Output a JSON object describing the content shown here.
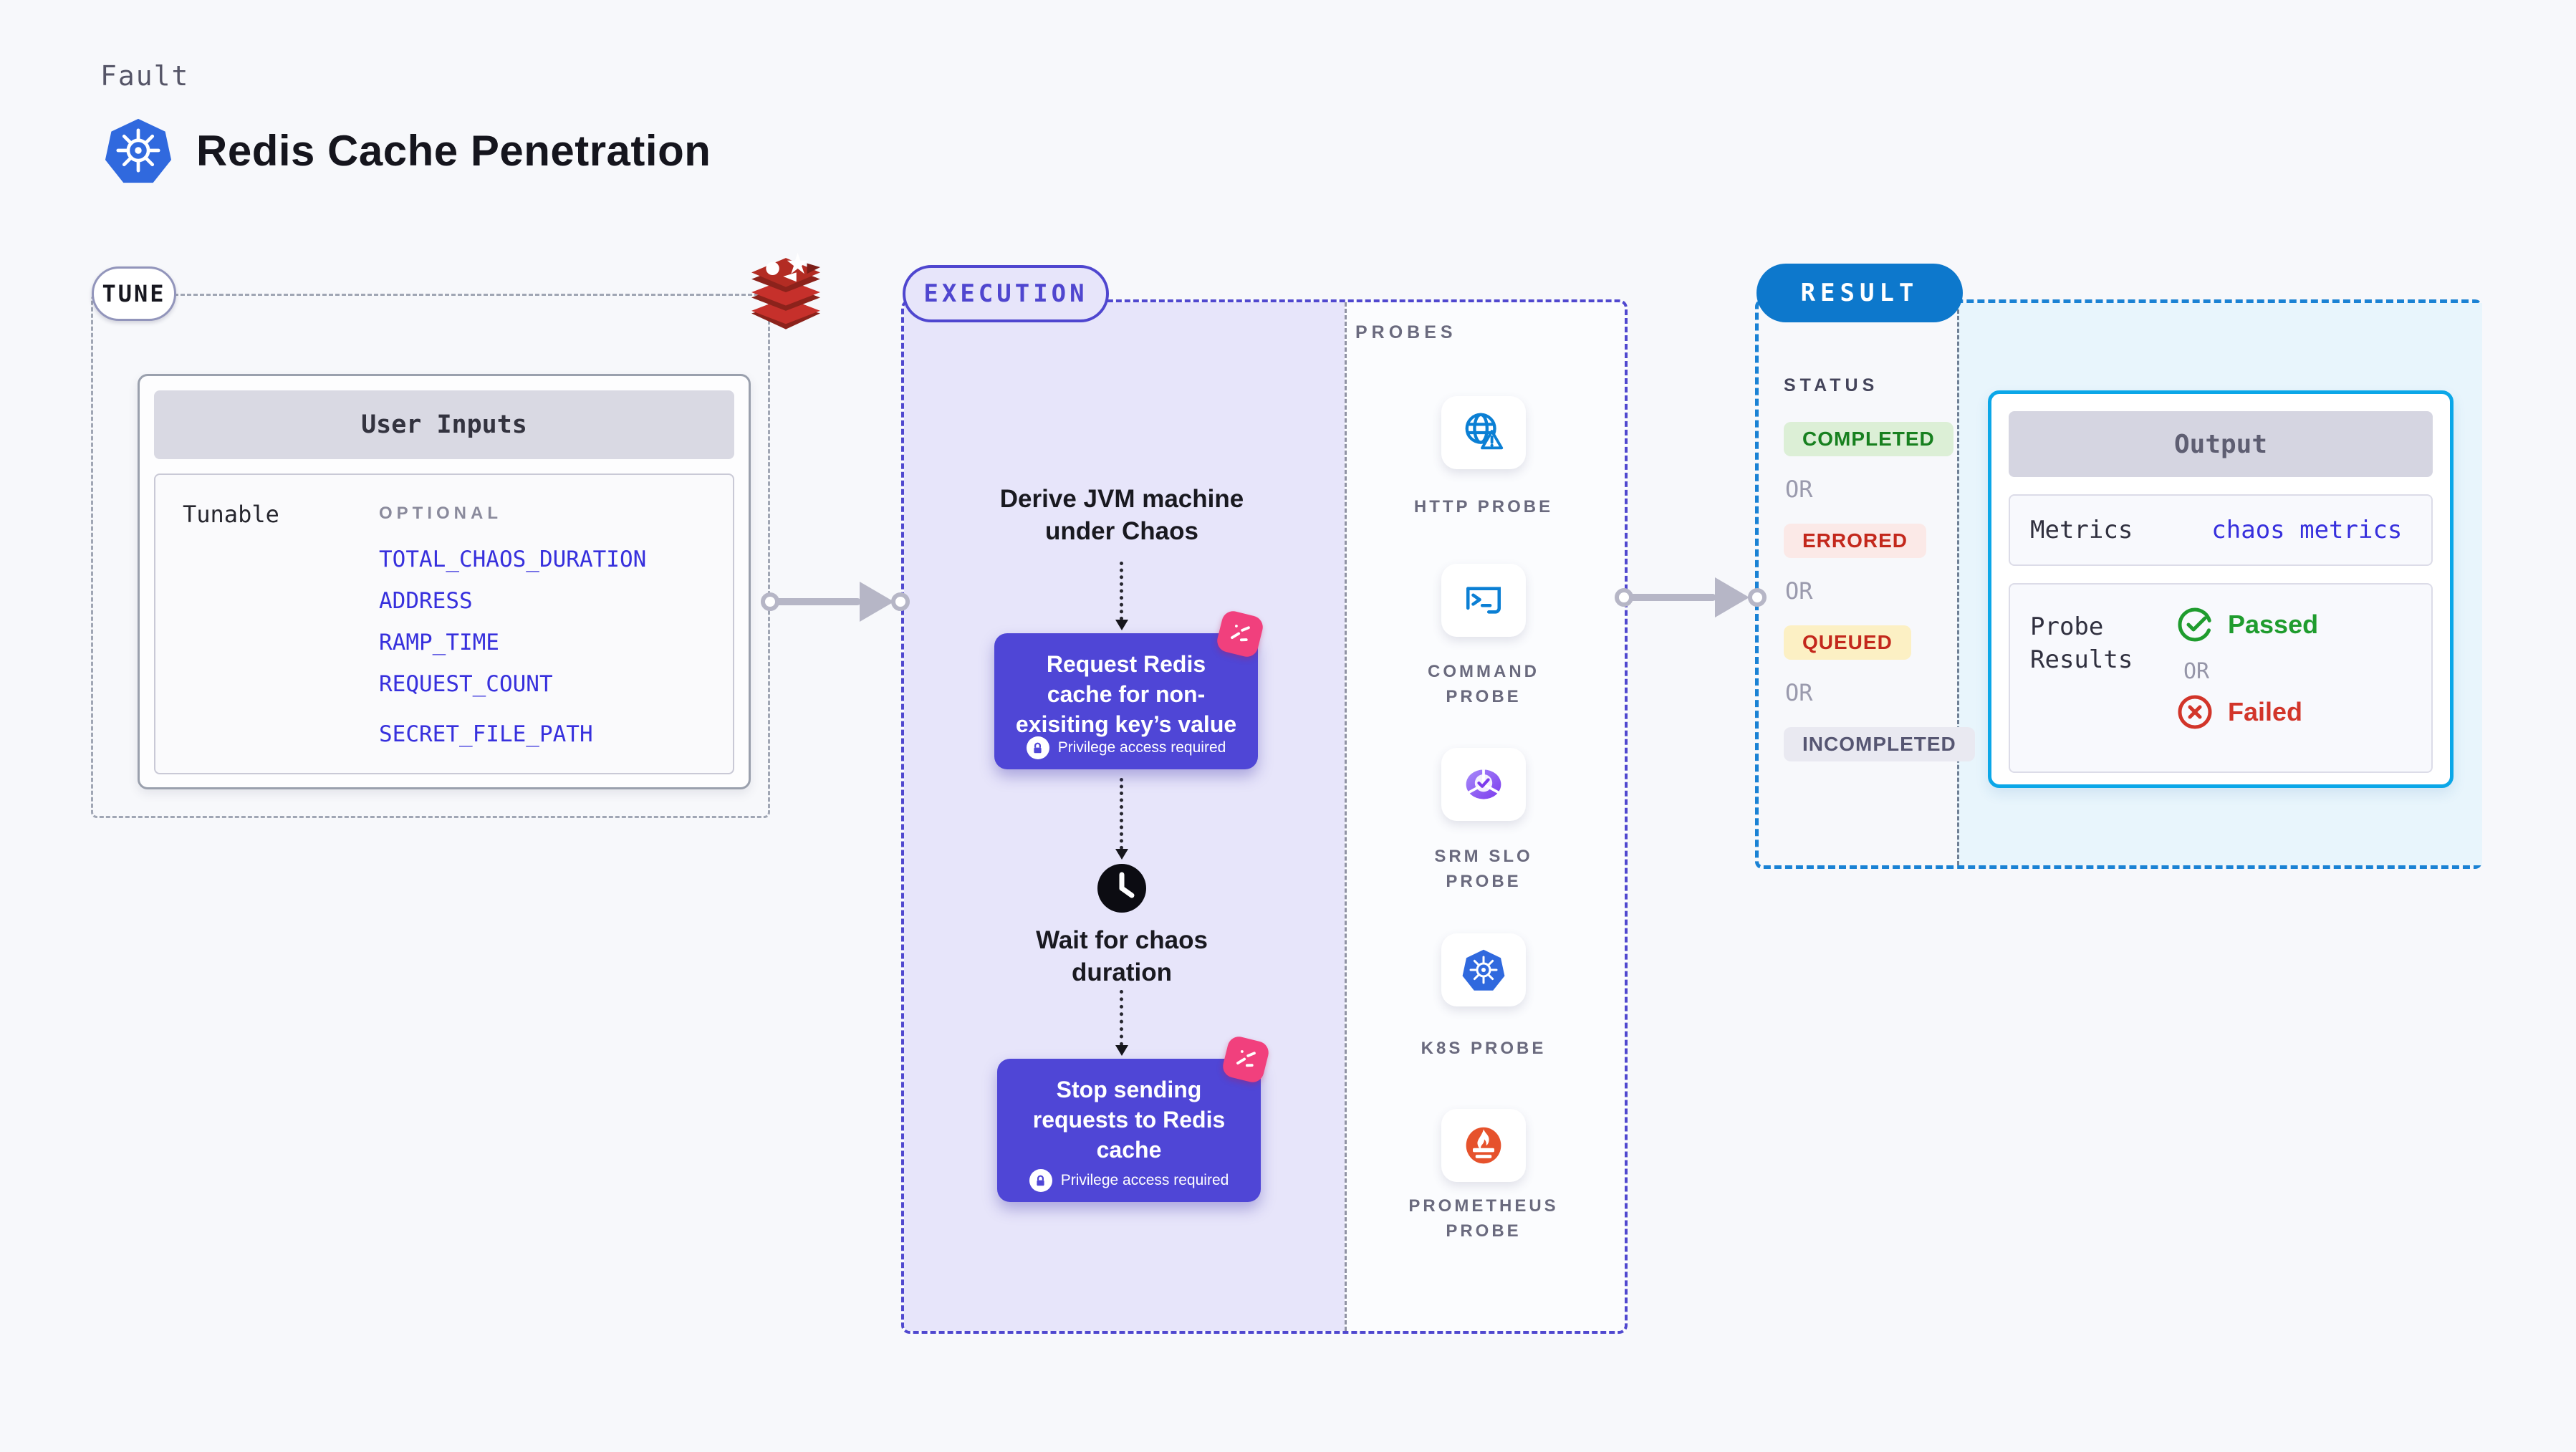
{
  "page": {
    "kicker": "Fault",
    "title": "Redis Cache Penetration"
  },
  "tune": {
    "badge": "TUNE",
    "card_title": "User Inputs",
    "row_label": "Tunable",
    "optional_label": "OPTIONAL",
    "variables": [
      "TOTAL_CHAOS_DURATION",
      "ADDRESS",
      "RAMP_TIME",
      "REQUEST_COUNT",
      "SECRET_FILE_PATH"
    ]
  },
  "execution": {
    "badge": "EXECUTION",
    "steps": {
      "derive": "Derive JVM machine\nunder Chaos",
      "request": "Request Redis\ncache for non-\nexisiting key’s value",
      "wait": "Wait for chaos\nduration",
      "stop": "Stop sending\nrequests to Redis\ncache"
    },
    "privilege_label": "Privilege access required"
  },
  "probes": {
    "title": "PROBES",
    "items": [
      {
        "label": "HTTP PROBE",
        "icon": "globe-alert-icon"
      },
      {
        "label": "COMMAND\nPROBE",
        "icon": "terminal-icon"
      },
      {
        "label": "SRM SLO\nPROBE",
        "icon": "slo-gauge-icon"
      },
      {
        "label": "K8S PROBE",
        "icon": "kubernetes-icon"
      },
      {
        "label": "PROMETHEUS\nPROBE",
        "icon": "prometheus-icon"
      }
    ]
  },
  "result": {
    "badge": "RESULT",
    "status_title": "STATUS",
    "or_label": "OR",
    "statuses": [
      {
        "label": "COMPLETED",
        "bg": "#dcefd6",
        "fg": "#17801f"
      },
      {
        "label": "ERRORED",
        "bg": "#fbe9e7",
        "fg": "#c3281c"
      },
      {
        "label": "QUEUED",
        "bg": "#fcf0c4",
        "fg": "#c3281c"
      },
      {
        "label": "INCOMPLETED",
        "bg": "#e9e9f1",
        "fg": "#565672"
      }
    ],
    "output": {
      "title": "Output",
      "metrics_label": "Metrics",
      "metrics_value": "chaos metrics",
      "probe_results_label": "Probe\nResults",
      "passed_label": "Passed",
      "failed_label": "Failed"
    }
  },
  "colors": {
    "accent_indigo": "#4f46cf",
    "node_purple": "#4f46d6",
    "result_blue": "#0d78cc",
    "link_blue": "#3730dd",
    "passed_green": "#1f9c2e",
    "failed_red": "#d2352a",
    "pink_badge": "#f1407d"
  }
}
